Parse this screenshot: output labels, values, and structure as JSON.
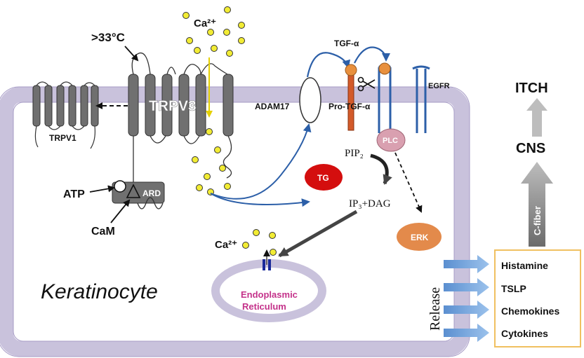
{
  "labels": {
    "temperature": ">33°C",
    "ca_top": "Ca²⁺",
    "ca_mid": "Ca²⁺",
    "trpv3": "TRPV3",
    "trpv1": "TRPV1",
    "adam17": "ADAM17",
    "pro_tgf": "Pro-TGF-α",
    "tgf": "TGF-α",
    "egfr": "EGFR",
    "plc": "PLC",
    "pip2": "PIP₂",
    "ip3dag": "IP₃+DAG",
    "erk": "ERK",
    "tg": "TG",
    "atp": "ATP",
    "ard": "ARD",
    "cam": "CaM",
    "keratinocyte": "Keratinocyte",
    "er_line1": "Endoplasmic",
    "er_line2": "Reticulum",
    "release": "Release",
    "itch": "ITCH",
    "cns": "CNS",
    "cfiber": "C-fiber"
  },
  "mediators": [
    "Histamine",
    "TSLP",
    "Chemokines",
    "Cytokines"
  ],
  "colors": {
    "membrane": "#c9c2dc",
    "membrane_edge": "#a79cc6",
    "channel": "#6f6f6f",
    "calcium": "#f2ec34",
    "tg": "#d40e0e",
    "plc": "#d9a0b0",
    "erk": "#e38a4b",
    "tgf_ball": "#e8903e",
    "receptor": "#3a6db5",
    "arrow_blue": "#6a9fd8",
    "er_text": "#c4328a",
    "box_border": "#f0c060"
  }
}
